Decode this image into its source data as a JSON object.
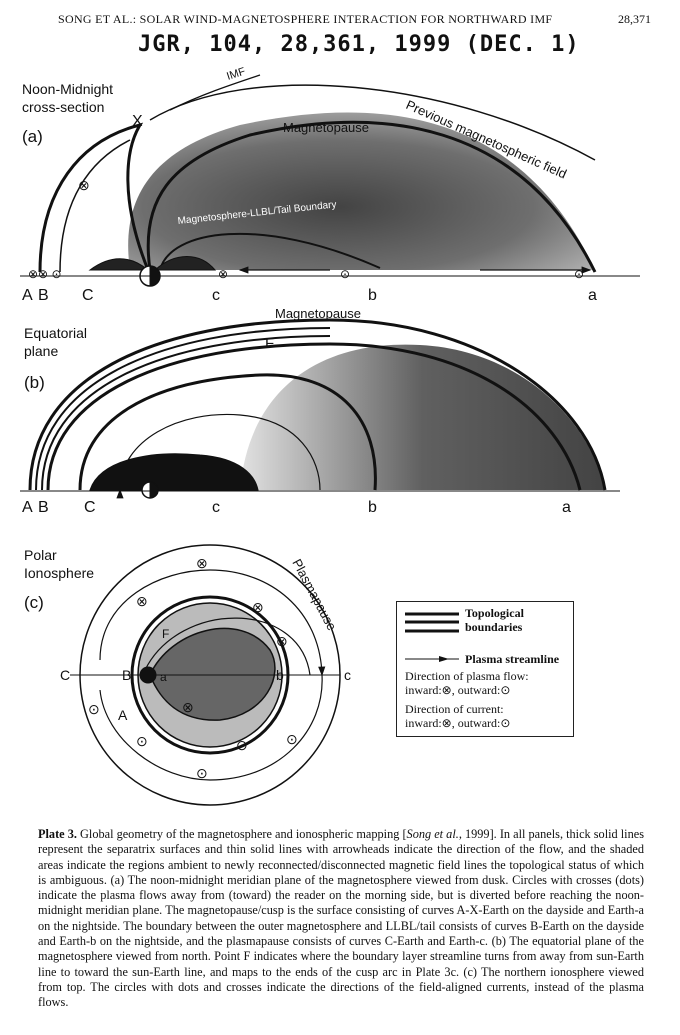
{
  "header": {
    "running_title": "SONG ET AL.: SOLAR WIND-MAGNETOSPHERE INTERACTION FOR NORTHWARD IMF",
    "page_number": "28,371",
    "handwritten_note": "JGR, 104, 28,361, 1999 (DEC. 1)"
  },
  "figure": {
    "panel_a": {
      "title_line1": "Noon-Midnight",
      "title_line2": "cross-section",
      "label": "(a)",
      "imf": "IMF",
      "x_point": "X",
      "magnetopause": "Magnetopause",
      "previous_field": "Previous magnetospheric field",
      "inner_boundary": "Magnetosphere-LLBL/Tail Boundary",
      "points": [
        "A",
        "B",
        "C",
        "c",
        "b",
        "a"
      ]
    },
    "panel_b": {
      "title_line1": "Equatorial",
      "title_line2": "plane",
      "label": "(b)",
      "magnetopause": "Magnetopause",
      "f_point": "F",
      "points": [
        "A",
        "B",
        "C",
        "c",
        "b",
        "a"
      ]
    },
    "panel_c": {
      "title_line1": "Polar",
      "title_line2": "Ionosphere",
      "label": "(c)",
      "plasmapause": "Plasmapause",
      "points": [
        "C",
        "B",
        "A",
        "a",
        "b",
        "c",
        "F"
      ]
    },
    "legend": {
      "topological_1": "Topological",
      "topological_2": "boundaries",
      "streamline": "Plasma streamline",
      "plasma_flow_title": "Direction of plasma flow:",
      "plasma_flow_values": "inward:⊗, outward:⊙",
      "current_title": "Direction of current:",
      "current_values": "inward:⊗, outward:⊙"
    }
  },
  "caption": {
    "label": "Plate 3.",
    "text_1": " Global geometry of the magnetosphere and ionospheric mapping [",
    "cite": "Song et al.",
    "text_2": ", 1999]. In all panels, thick solid lines represent the separatrix surfaces and thin solid lines with arrowheads indicate the direction of the flow, and the shaded areas indicate the regions ambient to newly reconnected/disconnected magnetic field lines the topological status of which is ambiguous. (a) The noon-midnight meridian plane of the magnetosphere viewed from dusk. Circles with crosses (dots) indicate the plasma flows away from (toward) the reader on the morning side, but is diverted before reaching the noon-midnight meridian plane. The magnetopause/cusp is the surface consisting of curves A-X-Earth on the dayside and Earth-a on the nightside. The boundary between the outer magnetosphere and LLBL/tail consists of curves B-Earth on the dayside and Earth-b on the nightside, and the plasmapause consists of curves C-Earth and Earth-c. (b) The equatorial plane of the magnetosphere viewed from north. Point F indicates where the boundary layer streamline turns from away from sun-Earth line to toward the sun-Earth line, and maps to the ends of the cusp arc in Plate 3c. (c) The northern ionosphere viewed from top. The circles with dots and crosses indicate the directions of the field-aligned currents, instead of the plasma flows."
  }
}
